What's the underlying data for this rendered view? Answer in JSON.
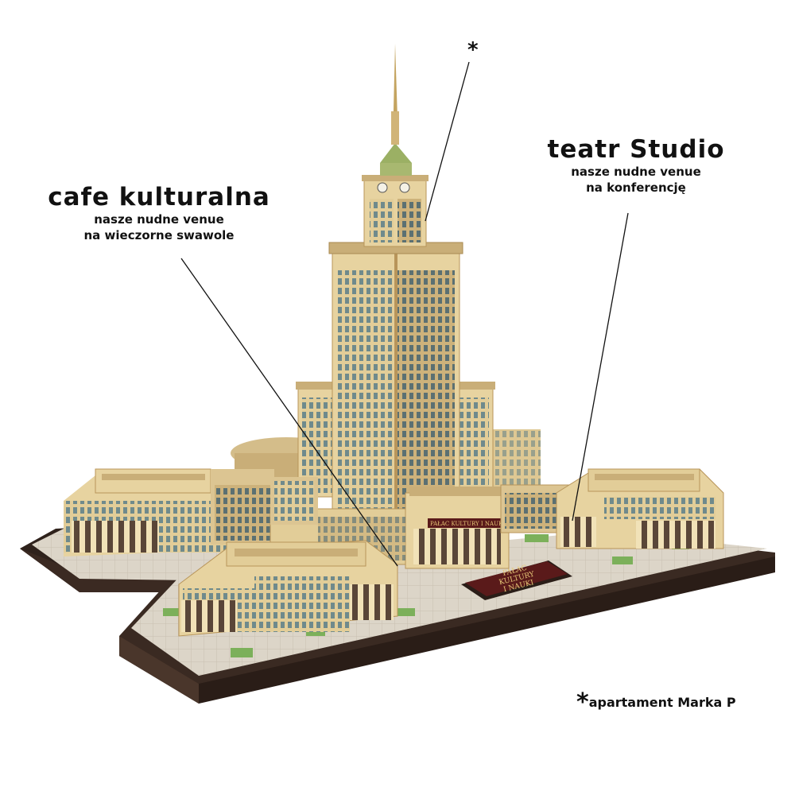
{
  "labels": {
    "cafe": {
      "title": "cafe kulturalna",
      "line1": "nasze nudne venue",
      "line2": "na wieczorne swawole"
    },
    "teatr": {
      "title": "teatr Studio",
      "line1": "nasze nudne venue",
      "line2": "na konferencję"
    },
    "asterisk": "*",
    "footnote": {
      "star": "*",
      "text": "apartament Marka P"
    }
  },
  "model_signs": {
    "front_sign": [
      "PAŁAC",
      "KULTURY",
      "I NAUKI"
    ],
    "facade_sign": "PAŁAC KULTURY I NAUKI"
  },
  "colors": {
    "facade": "#e7d3a0",
    "facade_shadow": "#c9ae78",
    "trim": "#b8955a",
    "window": "#6f8a8c",
    "base": "#3a2a22",
    "plaza": "#d9d2c4",
    "grass": "#7cb05a",
    "sign": "#5a1a1a",
    "sign_text": "#e8c878",
    "ink": "#111111"
  }
}
